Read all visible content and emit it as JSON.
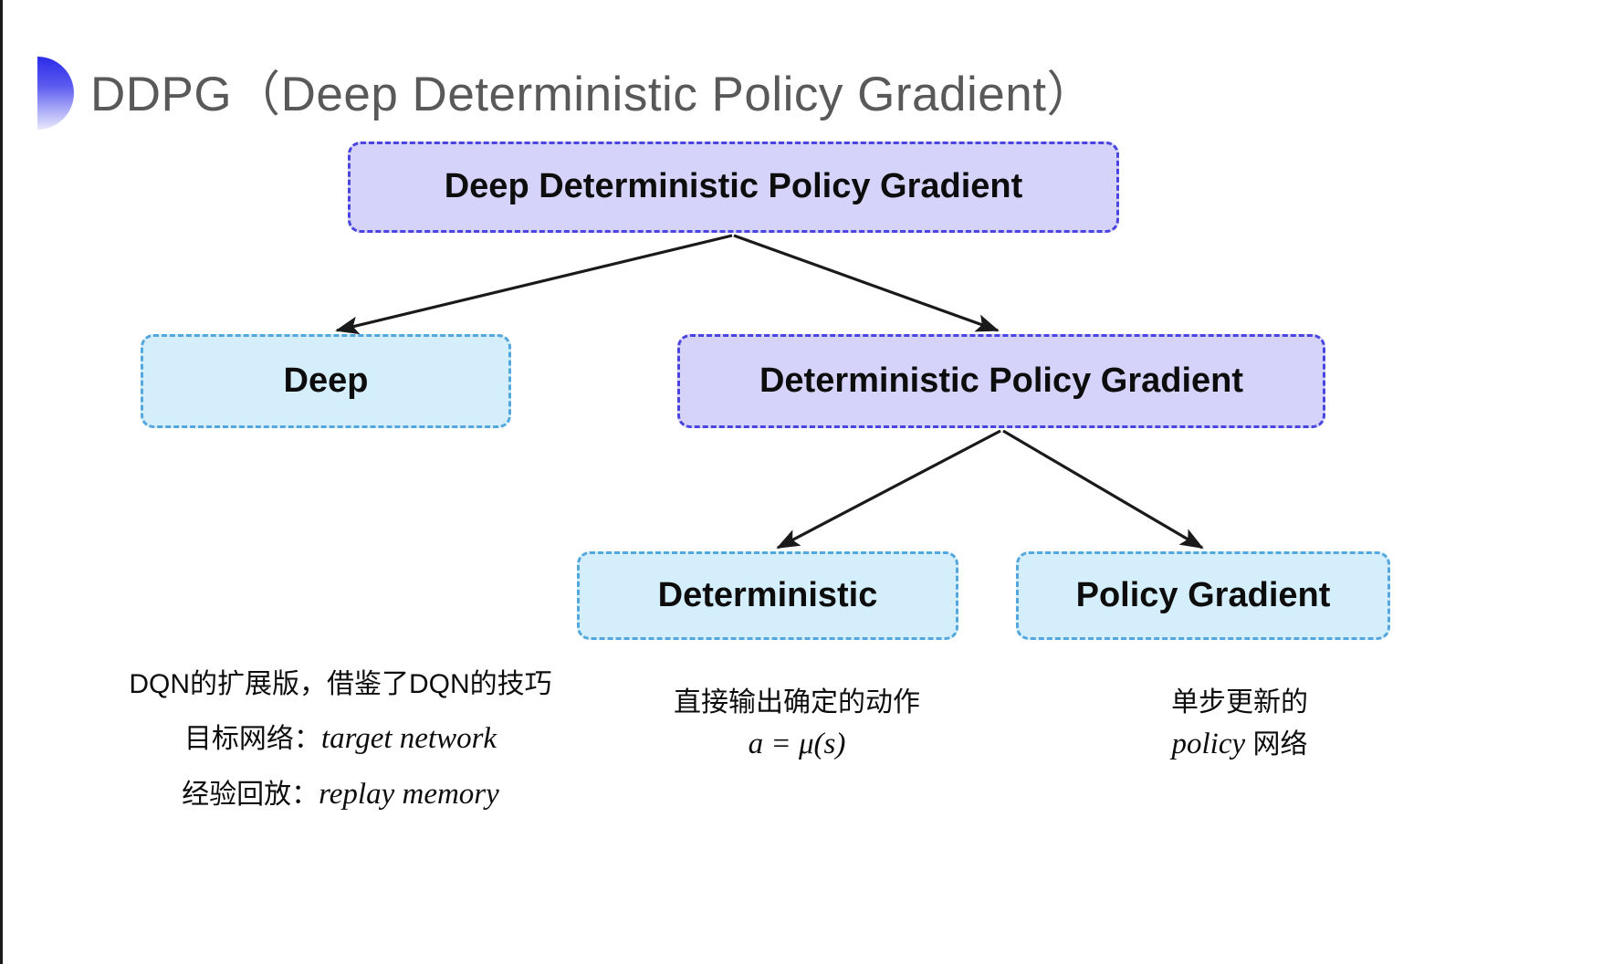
{
  "slide": {
    "title": "DDPG（Deep Deterministic Policy Gradient）",
    "background_color": "#ffffff",
    "accent_color": "#2b2bea"
  },
  "diagram": {
    "type": "tree",
    "nodes": [
      {
        "id": "root",
        "label": "Deep Deterministic Policy Gradient",
        "style": "purple",
        "fill": "#d5d3fa",
        "border": "#4a44e0"
      },
      {
        "id": "deep",
        "label": "Deep",
        "style": "cyan",
        "fill": "#d5eefb",
        "border": "#54a7dd"
      },
      {
        "id": "dpg",
        "label": "Deterministic Policy Gradient",
        "style": "purple",
        "fill": "#d5d3fa",
        "border": "#4a44e0"
      },
      {
        "id": "det",
        "label": "Deterministic",
        "style": "cyan",
        "fill": "#d5eefb",
        "border": "#54a7dd"
      },
      {
        "id": "pg",
        "label": "Policy Gradient",
        "style": "cyan",
        "fill": "#d5eefb",
        "border": "#54a7dd"
      }
    ],
    "edges": [
      {
        "from": "root",
        "to": "deep"
      },
      {
        "from": "root",
        "to": "dpg"
      },
      {
        "from": "dpg",
        "to": "det"
      },
      {
        "from": "dpg",
        "to": "pg"
      }
    ],
    "edge_color": "#1a1a1a"
  },
  "annotations": {
    "left": {
      "line1": "DQN的扩展版，借鉴了DQN的技巧",
      "line2_label": "目标网络：",
      "line2_value": "target network",
      "line3_label": "经验回放：",
      "line3_value": "replay memory"
    },
    "middle": {
      "line1": "直接输出确定的动作",
      "line2": "a = μ(s)"
    },
    "right": {
      "line1": "单步更新的",
      "line2_value": "policy",
      "line2_suffix": " 网络"
    }
  }
}
